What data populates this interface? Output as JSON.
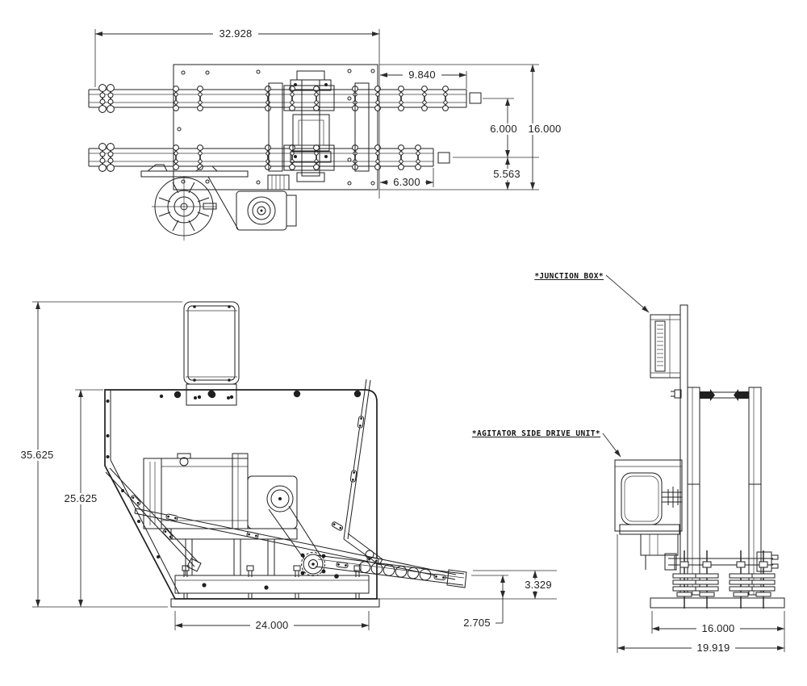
{
  "palette": {
    "paper": "#ffffff",
    "ink": "#1f1f1f",
    "dim_text": "#222222"
  },
  "views": {
    "top_view": {
      "dims": {
        "overall_length": "32.928",
        "upper_chain_extension": "9.840",
        "chain_spacing": "6.000",
        "plate_height": "16.000",
        "lower_chain_extension": "6.300",
        "lower_chain_offset": "5.563"
      }
    },
    "front_view": {
      "dims": {
        "overall_height": "35.625",
        "plate_height": "25.625",
        "base_length": "24.000",
        "chain_tip_height": "3.329",
        "bracket_height": "2.705"
      }
    },
    "side_view": {
      "dims": {
        "base_width": "16.000",
        "overall_width": "19.919"
      },
      "callouts": {
        "junction_box": "*JUNCTION BOX*",
        "drive_unit": "*AGITATOR SIDE DRIVE UNIT*"
      }
    }
  }
}
